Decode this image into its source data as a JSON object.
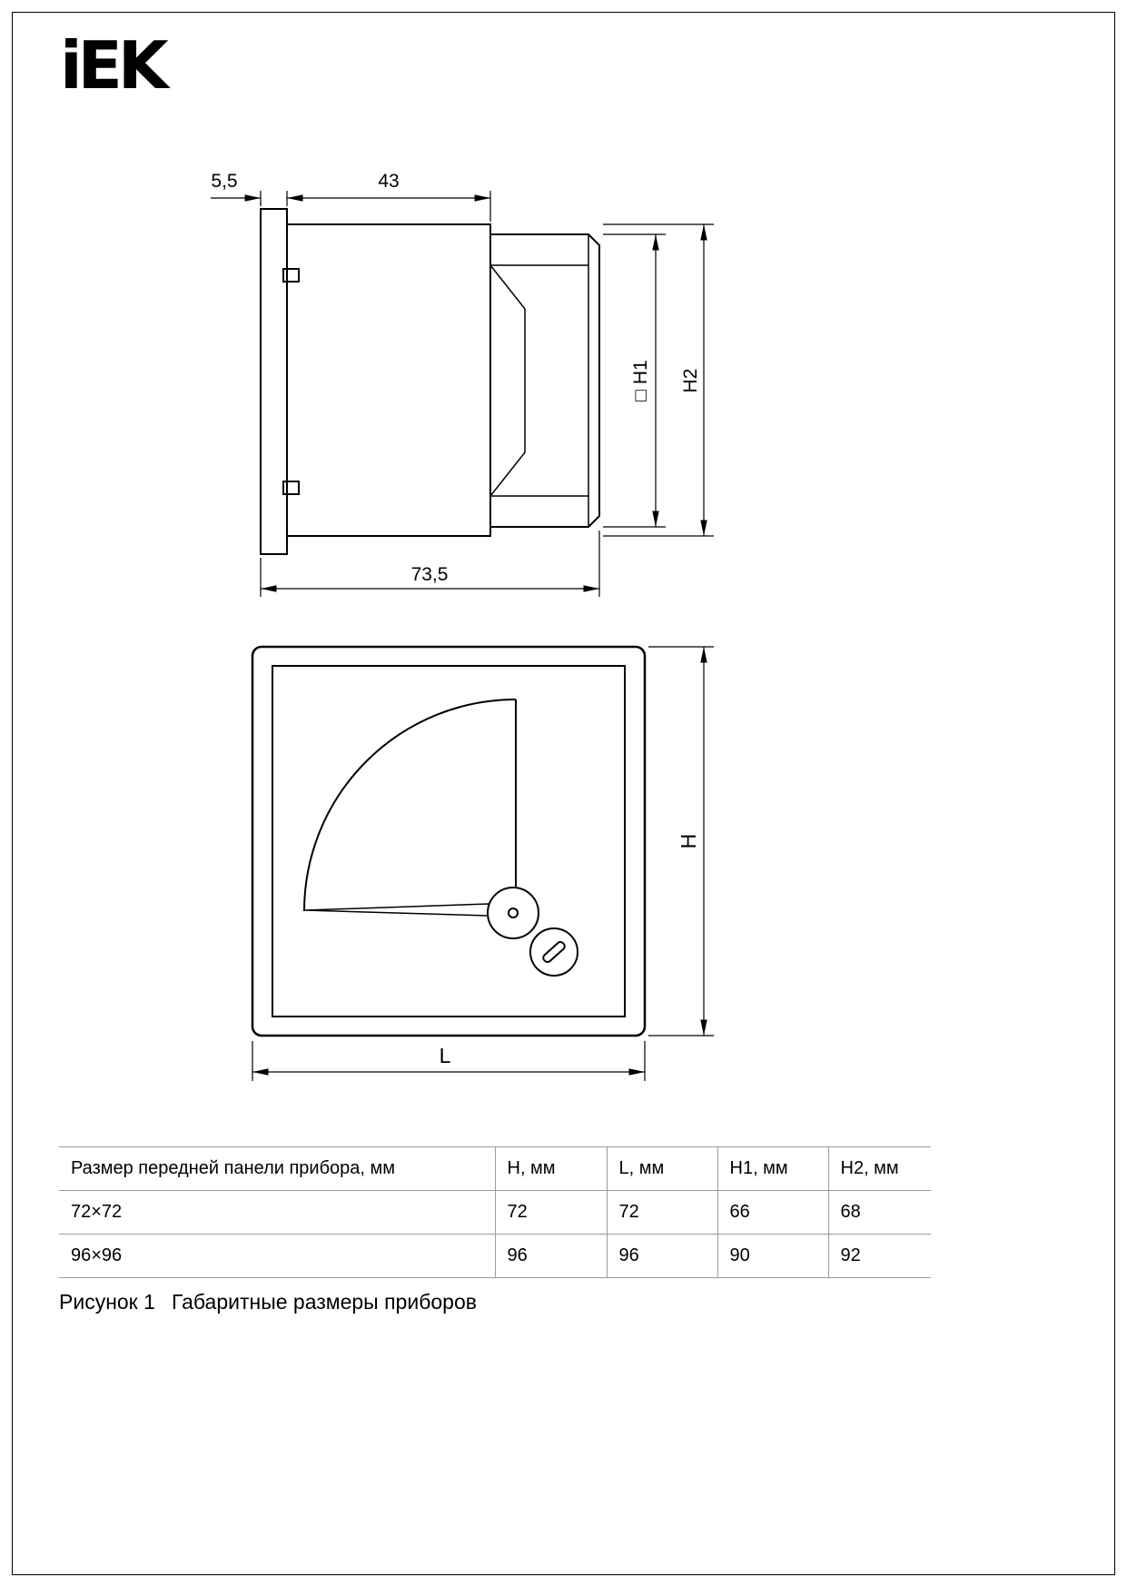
{
  "logo": {
    "text": "iEK"
  },
  "drawings": {
    "side_view": {
      "dim_flange": "5,5",
      "dim_body_depth": "43",
      "dim_total_depth": "73,5",
      "dim_h1": "□ H1",
      "dim_h2": "H2"
    },
    "front_view": {
      "dim_height": "H",
      "dim_width": "L"
    }
  },
  "table": {
    "headers": [
      "Размер передней панели прибора, мм",
      "H, мм",
      "L, мм",
      "H1, мм",
      "H2, мм"
    ],
    "rows": [
      [
        "72×72",
        "72",
        "72",
        "66",
        "68"
      ],
      [
        "96×96",
        "96",
        "96",
        "90",
        "92"
      ]
    ]
  },
  "caption": {
    "label": "Рисунок 1",
    "text": "Габаритные размеры приборов"
  }
}
